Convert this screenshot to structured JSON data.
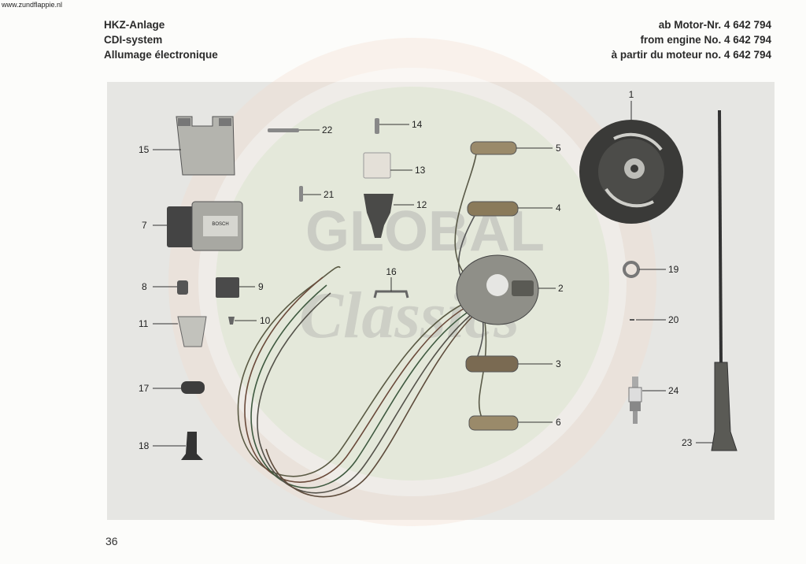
{
  "site": "www.zundflappie.nl",
  "header_left": [
    "HKZ-Anlage",
    "CDI-system",
    "Allumage électronique"
  ],
  "header_right": [
    "ab Motor-Nr. 4 642 794",
    "from engine No. 4 642 794",
    "à partir du moteur no. 4 642 794"
  ],
  "watermark": {
    "line1": "GLOBAL",
    "line2": "Classics"
  },
  "module_label": "BOSCH",
  "callouts": [
    "1",
    "2",
    "3",
    "4",
    "5",
    "6",
    "7",
    "8",
    "9",
    "10",
    "11",
    "12",
    "13",
    "14",
    "15",
    "16",
    "17",
    "18",
    "19",
    "20",
    "21",
    "22",
    "23",
    "24"
  ],
  "page_number": "36"
}
